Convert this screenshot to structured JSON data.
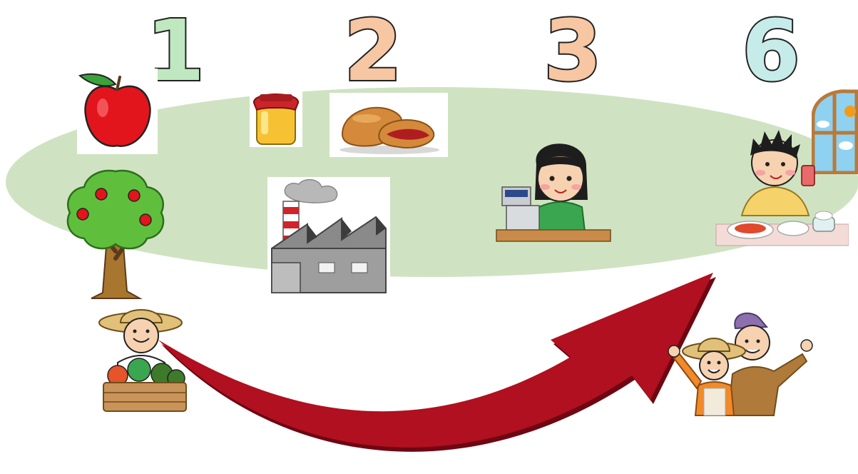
{
  "steps": [
    {
      "label": "1",
      "color": "#bfe8c0",
      "meaning": "primary-production"
    },
    {
      "label": "2",
      "color": "#f6c7a2",
      "meaning": "secondary-processing"
    },
    {
      "label": "3",
      "color": "#f6c7a2",
      "meaning": "tertiary-retail"
    },
    {
      "label": "6",
      "color": "#c6ecea",
      "meaning": "sixth-industry"
    }
  ],
  "colors": {
    "oval": "#cfe3c2",
    "arrow": "#b0101f",
    "arrow_shadow": "#6e0712",
    "apple": "#e2141c",
    "leaf": "#3aa33a",
    "trunk": "#a8762e",
    "foliage": "#5fbf3c",
    "jam": "#f6c233",
    "jam_lid": "#c9252a",
    "bread": "#d48a3a",
    "factory": "#8a8a8a",
    "chimney_stripe": "#d0232b",
    "apron": "#3aa650",
    "hair": "#1d1d1d",
    "skin": "#f7d2b0"
  },
  "icons": [
    "apple-icon",
    "apple-tree-icon",
    "farmer-icon",
    "jam-jar-icon",
    "bread-icon",
    "factory-icon",
    "cashier-icon",
    "eating-boy-icon",
    "happy-farmers-icon",
    "window-icon",
    "curved-arrow-icon"
  ]
}
